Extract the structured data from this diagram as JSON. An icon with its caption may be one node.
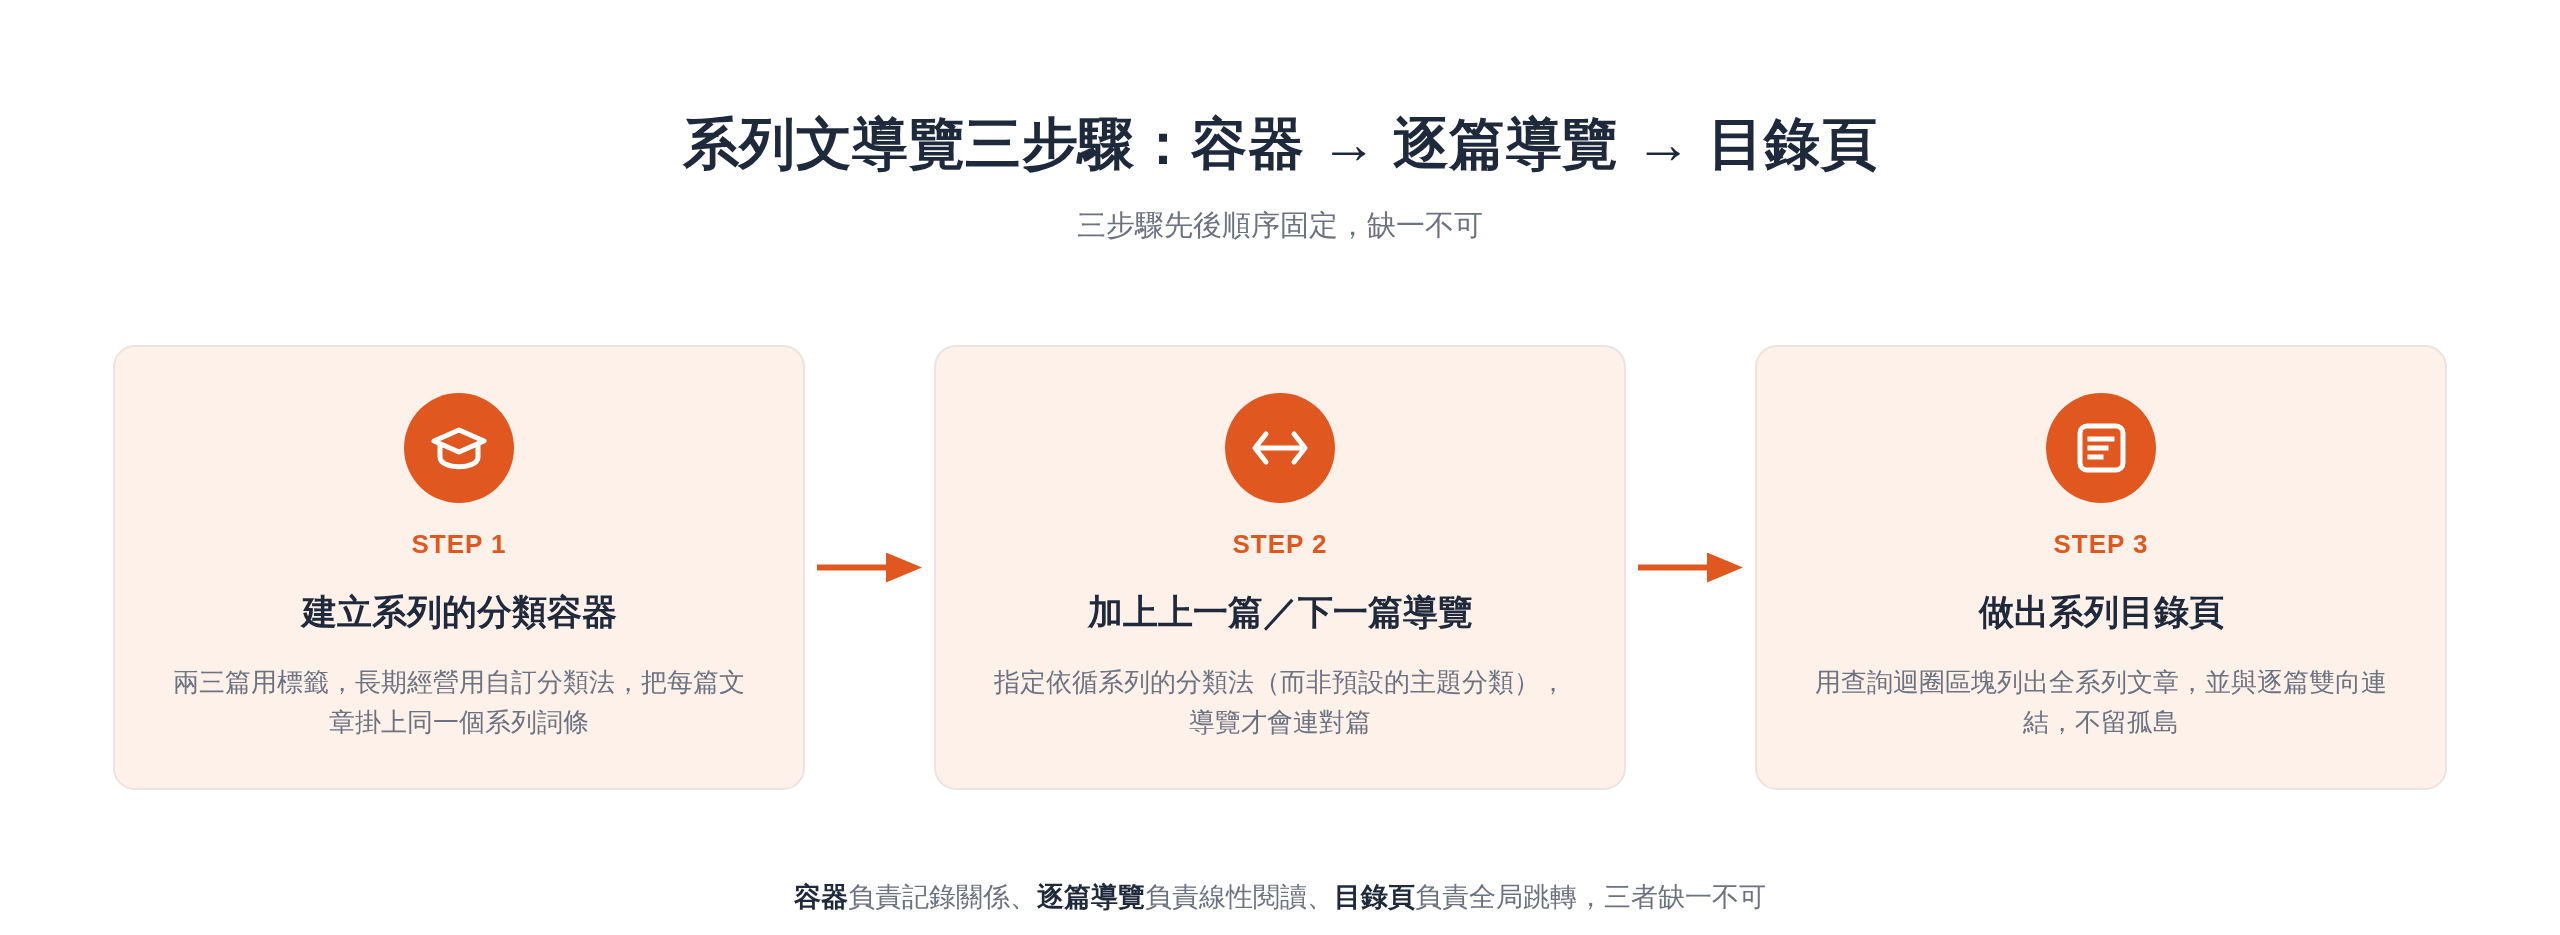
{
  "diagram": {
    "title": "系列文導覽三步驟：容器 → 逐篇導覽 → 目錄頁",
    "caption": "**容器**負責記錄關係、**逐篇導覽**負責線性閱讀、**目錄頁**負責全局跳轉，三者缺一不可",
    "nodes": [
      {
        "text": [
          "STEP 1",
          "建立系列的分類容器",
          "兩三篇用標籤，長期經營用自訂分類法，把每篇文章掛上同一個系列詞條"
        ]
      },
      {
        "text": [
          "STEP 2",
          "加上上一篇／下一篇導覽",
          "指定依循系列的分類法（而非預設的主題分類），導覽才會連對篇"
        ]
      },
      {
        "text": [
          "STEP 3",
          "做出系列目錄頁",
          "用查詢迴圈區塊列出全系列文章，並與逐篇雙向連結，不留孤島"
        ]
      }
    ],
    "edges": [
      {
        "from": 0,
        "to": 1,
        "arrow": "to"
      },
      {
        "from": 1,
        "to": 2,
        "arrow": "to"
      }
    ],
    "labels": [
      "三步驟先後順序固定，缺一不可"
    ]
  }
}
